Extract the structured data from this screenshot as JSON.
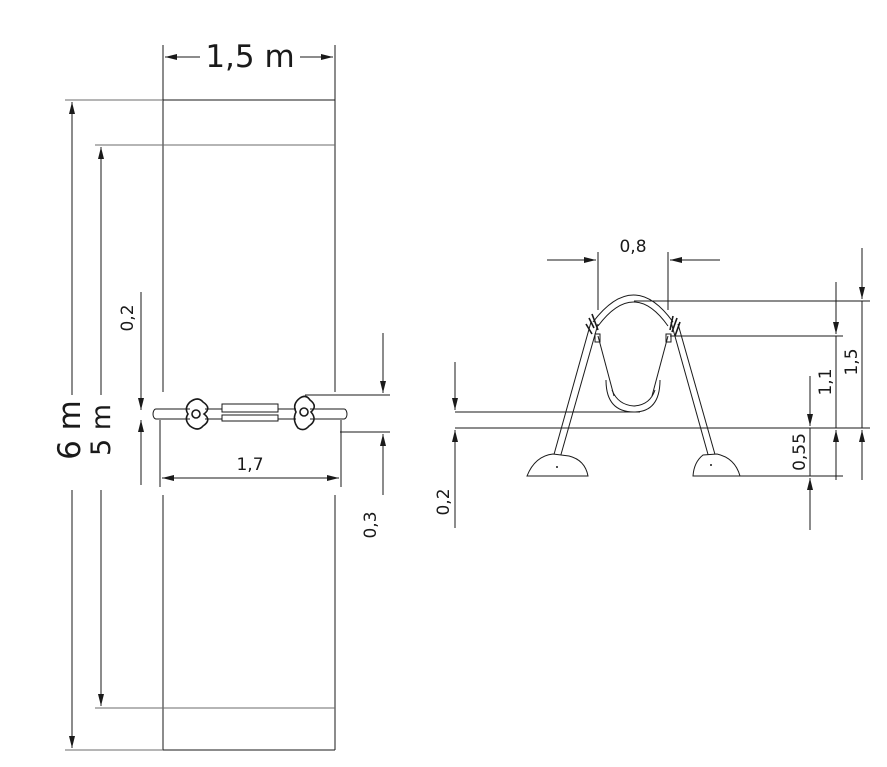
{
  "plan_view": {
    "width_label": "1,5 m",
    "total_length_label": "6 m",
    "inner_length_label": "5 m",
    "seat_height_label": "0,2",
    "beam_width_label": "1,7",
    "clearance_label": "0,3"
  },
  "elevation_view": {
    "top_span_label": "0,8",
    "height_total_label": "1,5",
    "height_mid_label": "1,1",
    "seat_height_label": "0,55",
    "ground_label": "0,2"
  },
  "colors": {
    "line": "#1a1a1a",
    "thin_line": "#6b6b6b",
    "background": "#ffffff"
  }
}
